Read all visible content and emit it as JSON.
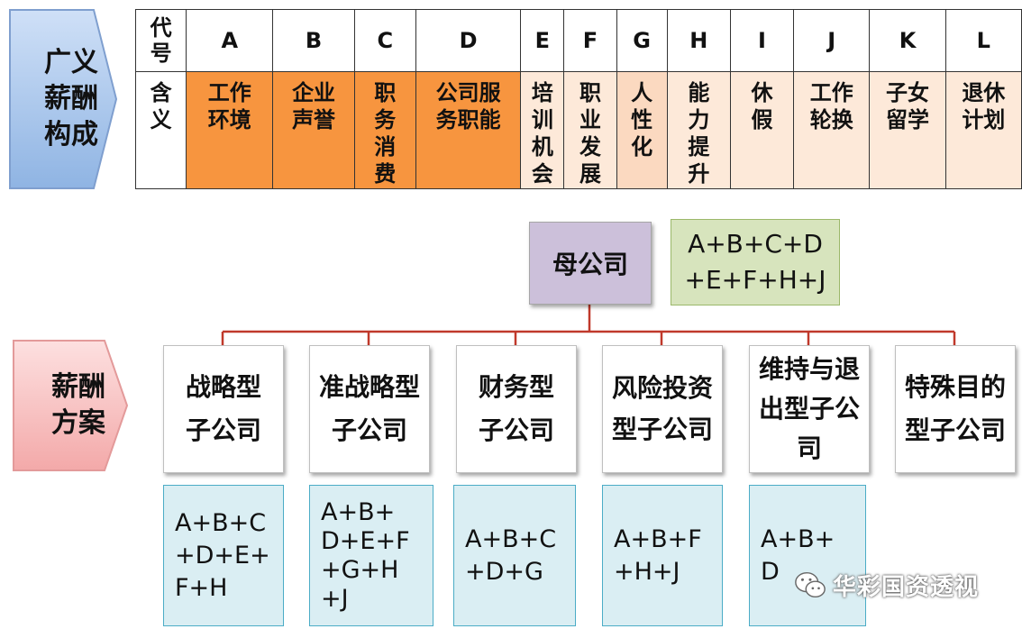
{
  "side_labels": {
    "top": "广义\n薪酬\n构成",
    "bottom": "薪酬\n方案"
  },
  "table": {
    "code_header": "代\n号",
    "meaning_header": "含\n义",
    "columns": [
      {
        "code": "A",
        "meaning": "工作\n环境"
      },
      {
        "code": "B",
        "meaning": "企业\n声誉"
      },
      {
        "code": "C",
        "meaning": "职\n务\n消\n费"
      },
      {
        "code": "D",
        "meaning": "公司服\n务职能"
      },
      {
        "code": "E",
        "meaning": "培\n训\n机\n会"
      },
      {
        "code": "F",
        "meaning": "职\n业\n发\n展"
      },
      {
        "code": "G",
        "meaning": "人\n性\n化"
      },
      {
        "code": "H",
        "meaning": "能\n力\n提\n升"
      },
      {
        "code": "I",
        "meaning": "休\n假"
      },
      {
        "code": "J",
        "meaning": "工作\n轮换"
      },
      {
        "code": "K",
        "meaning": "子女\n留学"
      },
      {
        "code": "L",
        "meaning": "退休\n计划"
      }
    ],
    "colors": {
      "orange": "#f7953f",
      "peach": "#fbd9c0",
      "light": "#fde9d9"
    }
  },
  "org": {
    "parent": "母公司",
    "parent_formula": "A+B+C+D\n+E+F+H+J",
    "subsidiaries": [
      {
        "name": "战略型\n子公司",
        "formula": "A+B+C\n+D+E+\nF+H"
      },
      {
        "name": "准战略型\n子公司",
        "formula": "A+B+\nD+E+F\n+G+H\n+J"
      },
      {
        "name": "财务型\n子公司",
        "formula": "A+B+C\n+D+G"
      },
      {
        "name": "风险投资\n型子公司",
        "formula": "A+B+F\n+H+J"
      },
      {
        "name": "维持与退\n出型子公\n司",
        "formula": "A+B+\nD"
      },
      {
        "name": "特殊目的\n型子公司",
        "formula": ""
      }
    ]
  },
  "watermark": "华彩国资透视",
  "colors": {
    "top_arrow": "#b9d3f2",
    "bottom_arrow": "#f7c6c6",
    "connector": "#c0392b",
    "parent_fill": "#ccc0da",
    "parent_formula_fill": "#d7e4bd",
    "formula_fill": "#daeef3"
  }
}
